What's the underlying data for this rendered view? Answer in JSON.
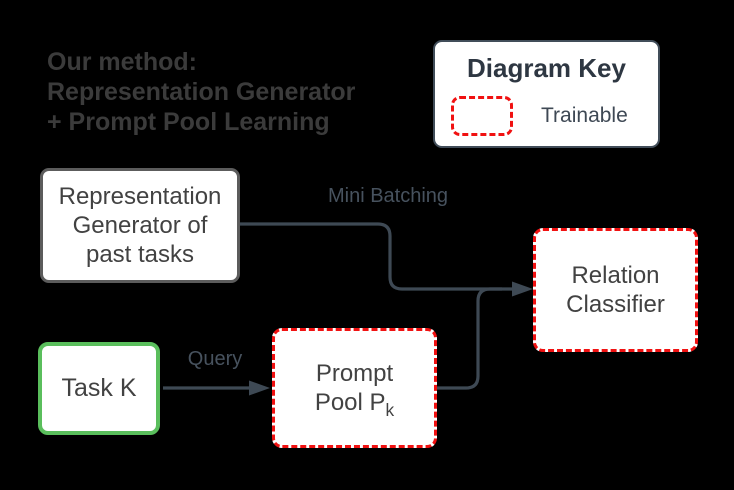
{
  "colors": {
    "background": "#000000",
    "connector": "#3E4954",
    "edge-label": "#47525E",
    "title-text": "#3B3B3B",
    "node-text": "#424242",
    "key-title-text": "#2E3742",
    "trainable-text": "#3E4854",
    "trainable-red": "#F01111",
    "task-green": "#5ABE5C",
    "node-border-gray": "#5C5C5C",
    "key-border": "#414D59",
    "node-fill": "#FFFFFF"
  },
  "title": {
    "line1": "Our method:",
    "line2": "Representation Generator",
    "line3": "+ Prompt Pool Learning"
  },
  "diagram_key": {
    "title": "Diagram Key",
    "legend_label": "Trainable"
  },
  "nodes": {
    "representation_generator": {
      "line1": "Representation",
      "line2": "Generator of",
      "line3": "past tasks"
    },
    "task_k": {
      "label": "Task K"
    },
    "prompt_pool": {
      "line1": "Prompt",
      "line2_main": "Pool P",
      "line2_sub": "k"
    },
    "relation_classifier": {
      "line1": "Relation",
      "line2": "Classifier"
    }
  },
  "edges": {
    "mini_batching_label": "Mini Batching",
    "query_label": "Query"
  }
}
